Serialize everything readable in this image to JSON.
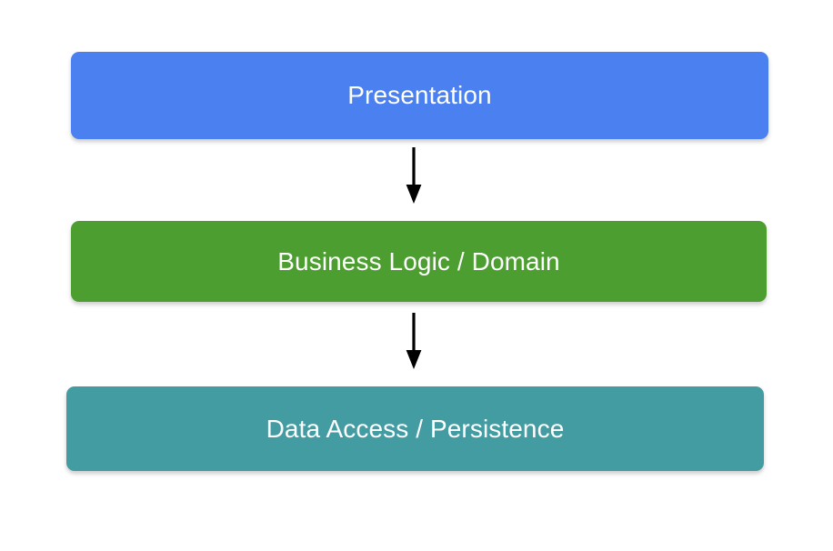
{
  "diagram": {
    "type": "layered-architecture",
    "background_color": "#ffffff",
    "orientation": "vertical-top-down",
    "layers": [
      {
        "id": "presentation",
        "label": "Presentation",
        "color": "#4a80f0",
        "text_color": "#ffffff",
        "order": 1
      },
      {
        "id": "business-logic",
        "label": "Business Logic / Domain",
        "color": "#4c9e30",
        "text_color": "#ffffff",
        "order": 2
      },
      {
        "id": "data-access",
        "label": "Data Access / Persistence",
        "color": "#429ca2",
        "text_color": "#ffffff",
        "order": 3
      }
    ],
    "connectors": [
      {
        "id": "arrow-presentation-to-business",
        "from": "presentation",
        "to": "business-logic",
        "style": "solid-arrow-down",
        "color": "#000000"
      },
      {
        "id": "arrow-business-to-data",
        "from": "business-logic",
        "to": "data-access",
        "style": "solid-arrow-down",
        "color": "#000000"
      }
    ]
  }
}
